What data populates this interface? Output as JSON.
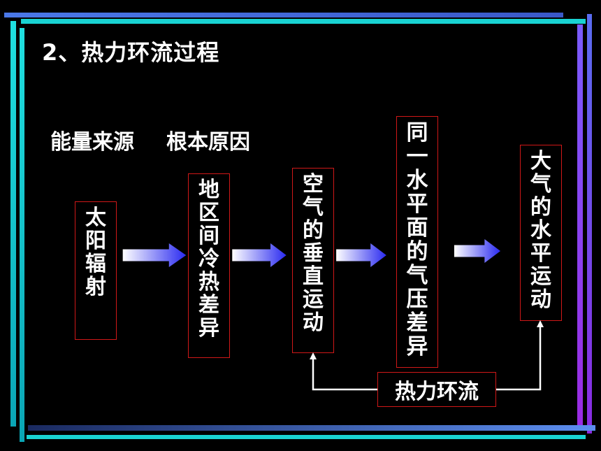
{
  "title": "2、热力环流过程",
  "labels": {
    "energy_source": "能量来源",
    "root_cause": "根本原因"
  },
  "steps": [
    {
      "id": "solar-radiation",
      "chars": [
        "太",
        "阳",
        "辐",
        "射"
      ]
    },
    {
      "id": "regional-temperature-difference",
      "chars": [
        "地",
        "区",
        "间",
        "冷",
        "热",
        "差",
        "异"
      ]
    },
    {
      "id": "vertical-motion",
      "chars": [
        "空",
        "气",
        "的",
        "垂",
        "直",
        "运",
        "动"
      ]
    },
    {
      "id": "pressure-difference",
      "chars": [
        "同",
        "一",
        "水",
        "平",
        "面",
        "的",
        "气",
        "压",
        "差",
        "异"
      ]
    },
    {
      "id": "horizontal-motion",
      "chars": [
        "大",
        "气",
        "的",
        "水",
        "平",
        "运",
        "动"
      ]
    }
  ],
  "cycle_label": "热力环流",
  "colors": {
    "background": "#000000",
    "border": "#d01818",
    "arrow_start": "#ffffff",
    "arrow_end": "#2a2af0",
    "bar_cyan": "#19d3d3",
    "bar_purple": "#8a2be2"
  }
}
